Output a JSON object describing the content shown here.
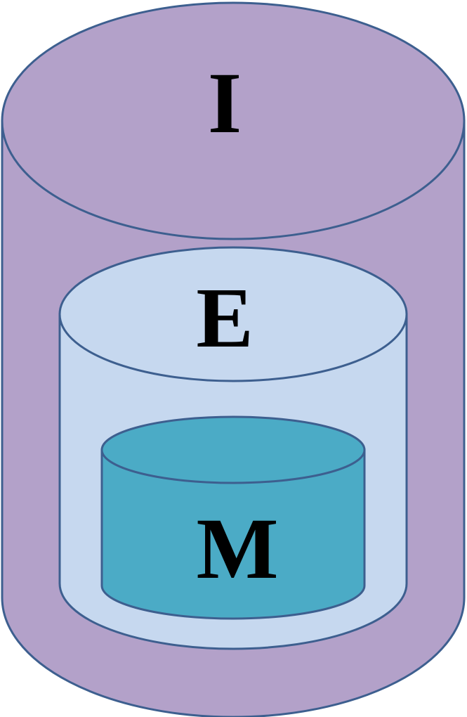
{
  "colors": {
    "outline": "#3d5f8f",
    "outer_fill": "#b3a1c9",
    "middle_fill": "#c6d8ef",
    "inner_fill": "#4babc6",
    "label": "#000000"
  },
  "cylinders": [
    {
      "id": "outer",
      "label": "I"
    },
    {
      "id": "middle",
      "label": "E"
    },
    {
      "id": "inner",
      "label": "M"
    }
  ]
}
